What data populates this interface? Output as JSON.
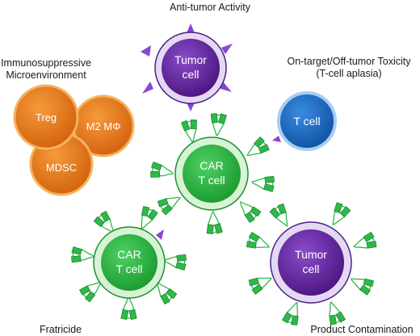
{
  "labels": {
    "anti_tumor": "Anti-tumor Activity",
    "immuno_line1": "Immunosuppressive",
    "immuno_line2": "Microenvironment",
    "ontarget_line1": "On-target/Off-tumor Toxicity",
    "ontarget_line2": "(T-cell aplasia)",
    "fratricide": "Fratricide",
    "contamination": "Product Contamination"
  },
  "cells": {
    "tumor_top_line1": "Tumor",
    "tumor_top_line2": "cell",
    "treg": "Treg",
    "m2": "M2 MΦ",
    "mdsc": "MDSC",
    "tcell": "T cell",
    "car_center_line1": "CAR",
    "car_center_line2": "T cell",
    "car_left_line1": "CAR",
    "car_left_line2": "T cell",
    "tumor_bottom_line1": "Tumor",
    "tumor_bottom_line2": "cell"
  },
  "colors": {
    "tumor": "#5a1e96",
    "tumor_ring": "#d4c3ea",
    "car": "#22a639",
    "car_ring": "#c8efc6",
    "orange": "#e06f12",
    "tcell": "#1260b8",
    "receptor": "#2fb84a"
  }
}
